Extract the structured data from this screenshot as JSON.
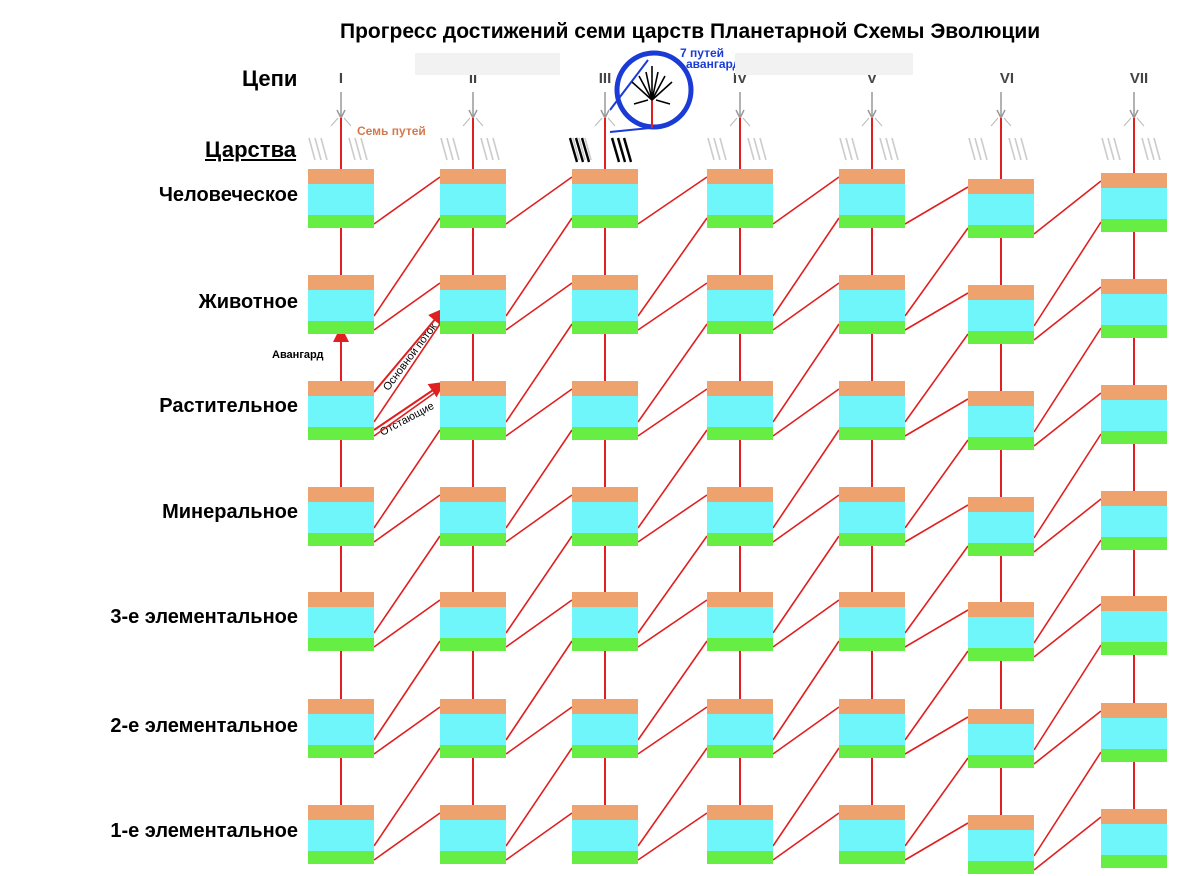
{
  "title": "Прогресс достижений семи царств Планетарной Схемы Эволюции",
  "chains_label": "Цепи",
  "kingdoms_label": "Царства",
  "chains": [
    "I",
    "II",
    "III",
    "IV",
    "V",
    "VI",
    "VII"
  ],
  "kingdoms": [
    "Человеческое",
    "Животное",
    "Растительное",
    "Минеральное",
    "3-е элементальное",
    "2-е элементальное",
    "1-е элементальное"
  ],
  "annotations": {
    "seven_paths": "Семь путей",
    "vanguard": "Авангард",
    "main_stream": "Основной поток",
    "laggards": "Отстающие",
    "vanguard_paths_line1": "7 путей",
    "vanguard_paths_line2": "авангарда"
  },
  "colors": {
    "block_top": "#eea36f",
    "block_middle": "#6ff6fb",
    "block_bottom": "#66ee44",
    "link": "#e02020",
    "vanguard_circle": "#1a3bd6",
    "seven_paths_text": "#d27a4e"
  }
}
